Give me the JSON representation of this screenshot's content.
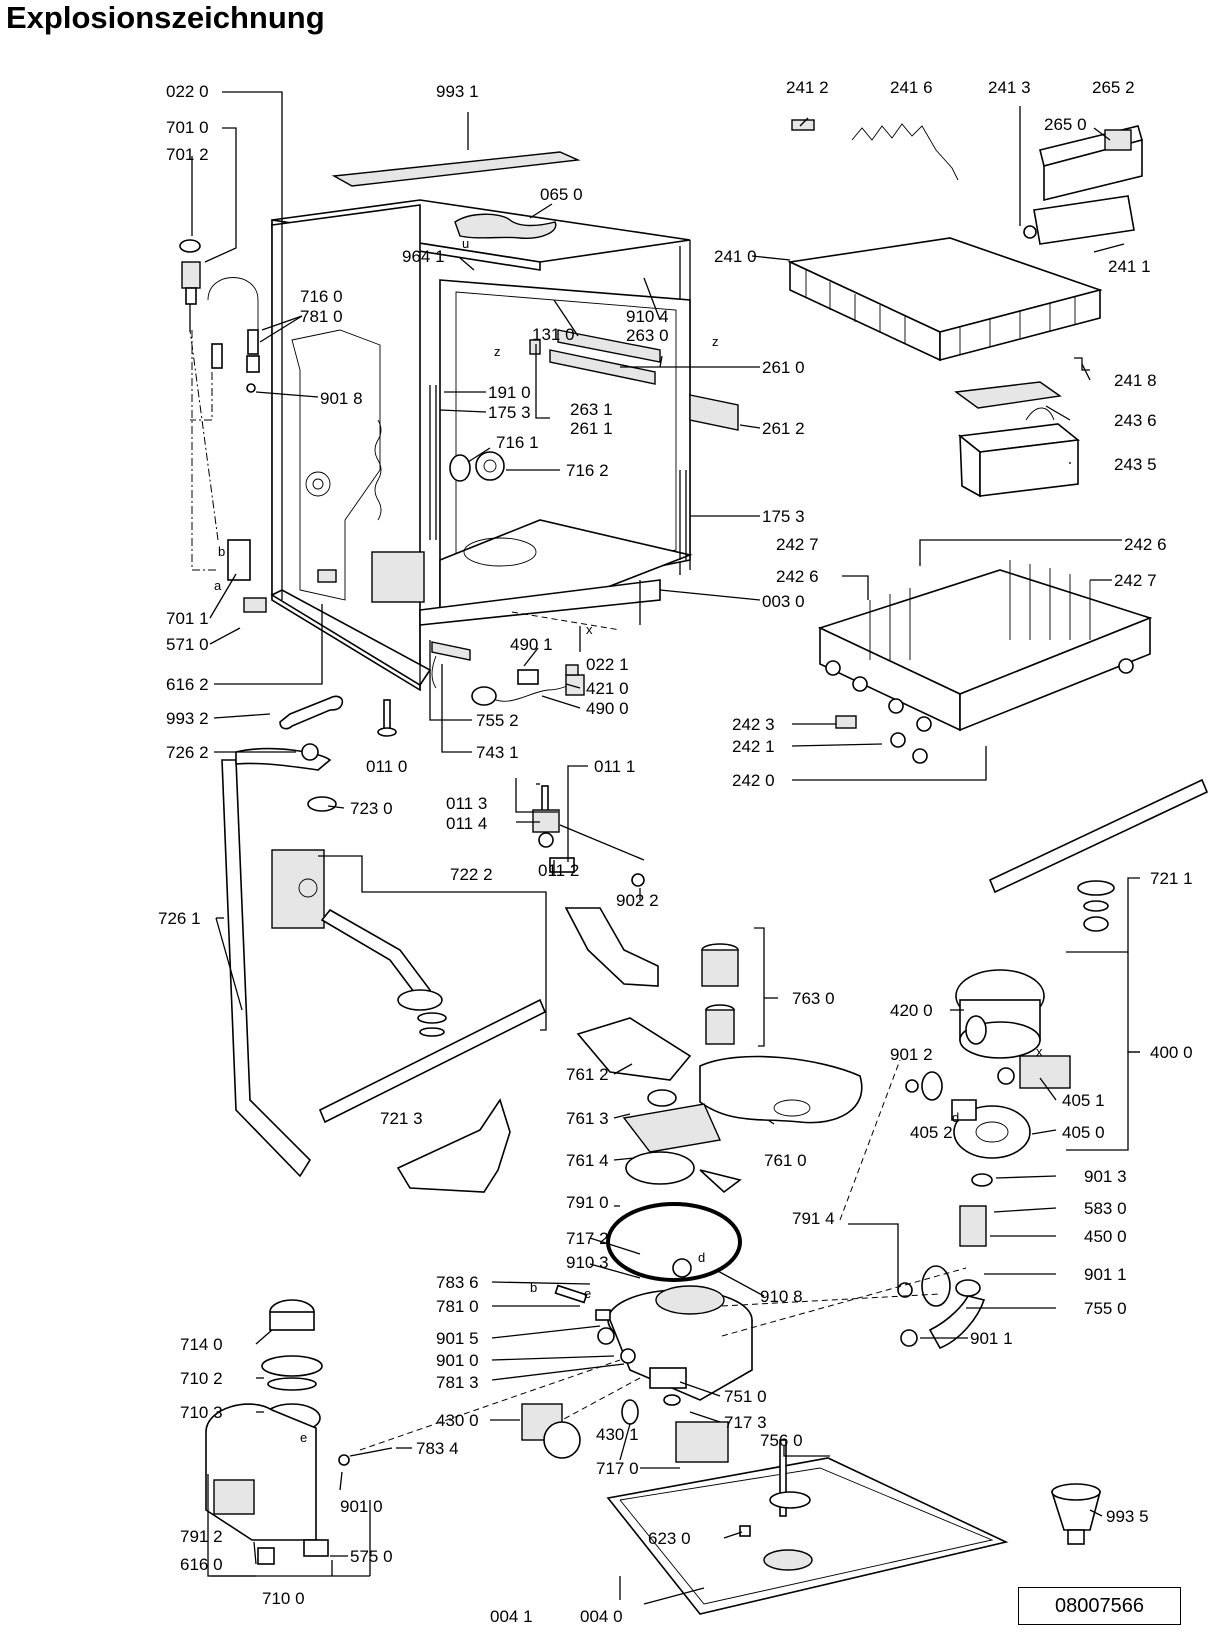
{
  "title": "Explosionszeichnung",
  "doc_number": "08007566",
  "labels": {
    "l0220": "022 0",
    "l9931": "993 1",
    "l7010": "701 0",
    "l7012": "701 2",
    "l0650": "065 0",
    "l9641": "964 1",
    "l7160": "716 0",
    "l7810": "781 0",
    "l9104": "910 4",
    "l1310": "131 0",
    "l2630": "263 0",
    "l2610": "261 0",
    "l9018": "901 8",
    "l1910": "191 0",
    "l1753a": "175 3",
    "l2631": "263 1",
    "l2611": "261 1",
    "l2612": "261 2",
    "l7161": "716 1",
    "l7162": "716 2",
    "l1753b": "175 3",
    "l0030": "003 0",
    "l7011": "701 1",
    "l5710": "571 0",
    "l4901": "490 1",
    "l0221": "022 1",
    "l4210": "421 0",
    "l4900": "490 0",
    "l6162": "616 2",
    "l9932": "993 2",
    "l7552": "755 2",
    "l7431": "743 1",
    "l0110": "011 0",
    "l7262": "726 2",
    "l7230": "723 0",
    "l0111": "011 1",
    "l0113": "011 3",
    "l0114": "011 4",
    "l0112": "011 2",
    "l9022": "902 2",
    "l7222": "722 2",
    "l7261": "726 1",
    "l2412": "241 2",
    "l2416": "241 6",
    "l2413": "241 3",
    "l2652": "265 2",
    "l2650": "265 0",
    "l2410": "241 0",
    "l2411": "241 1",
    "l2418": "241 8",
    "l2436": "243 6",
    "l2435": "243 5",
    "l2427a": "242 7",
    "l2426a": "242 6",
    "l2426b": "242 6",
    "l2427b": "242 7",
    "l2423": "242 3",
    "l2421": "242 1",
    "l2420": "242 0",
    "l7211": "721 1",
    "l7630": "763 0",
    "l4200": "420 0",
    "l4000": "400 0",
    "l7612": "761 2",
    "l9012": "901 2",
    "l4051": "405 1",
    "l7613": "761 3",
    "l4052": "405 2",
    "l4050": "405 0",
    "l7213": "721 3",
    "l7614": "761 4",
    "l7610": "761 0",
    "l9013": "901 3",
    "l7910": "791 0",
    "l7914": "791 4",
    "l5830": "583 0",
    "l4500": "450 0",
    "l7172": "717 2",
    "l9103": "910 3",
    "l9011a": "901 1",
    "l7836": "783 6",
    "l9108": "910 8",
    "l7810b": "781 0",
    "l7550": "755 0",
    "l9015": "901 5",
    "l9011b": "901 1",
    "l9010": "901 0",
    "l7813": "781 3",
    "l7510": "751 0",
    "l7140": "714 0",
    "l7102": "710 2",
    "l7103": "710 3",
    "l4300": "430 0",
    "l7173": "717 3",
    "l4301": "430 1",
    "l7834": "783 4",
    "l7560": "756 0",
    "l7170": "717 0",
    "l9010b": "901 0",
    "l7912": "791 2",
    "l6230": "623 0",
    "l9935": "993 5",
    "l6160": "616 0",
    "l5750": "575 0",
    "l7100": "710 0",
    "l0041": "004 1",
    "l0040": "004 0"
  },
  "letters": {
    "b1": "b",
    "a1": "a",
    "u1": "u",
    "z1": "z",
    "z2": "z",
    "x1": "x",
    "x2": "x",
    "d1": "d",
    "d2": "d",
    "b2": "b",
    "e1": "e",
    "e2": "e"
  }
}
